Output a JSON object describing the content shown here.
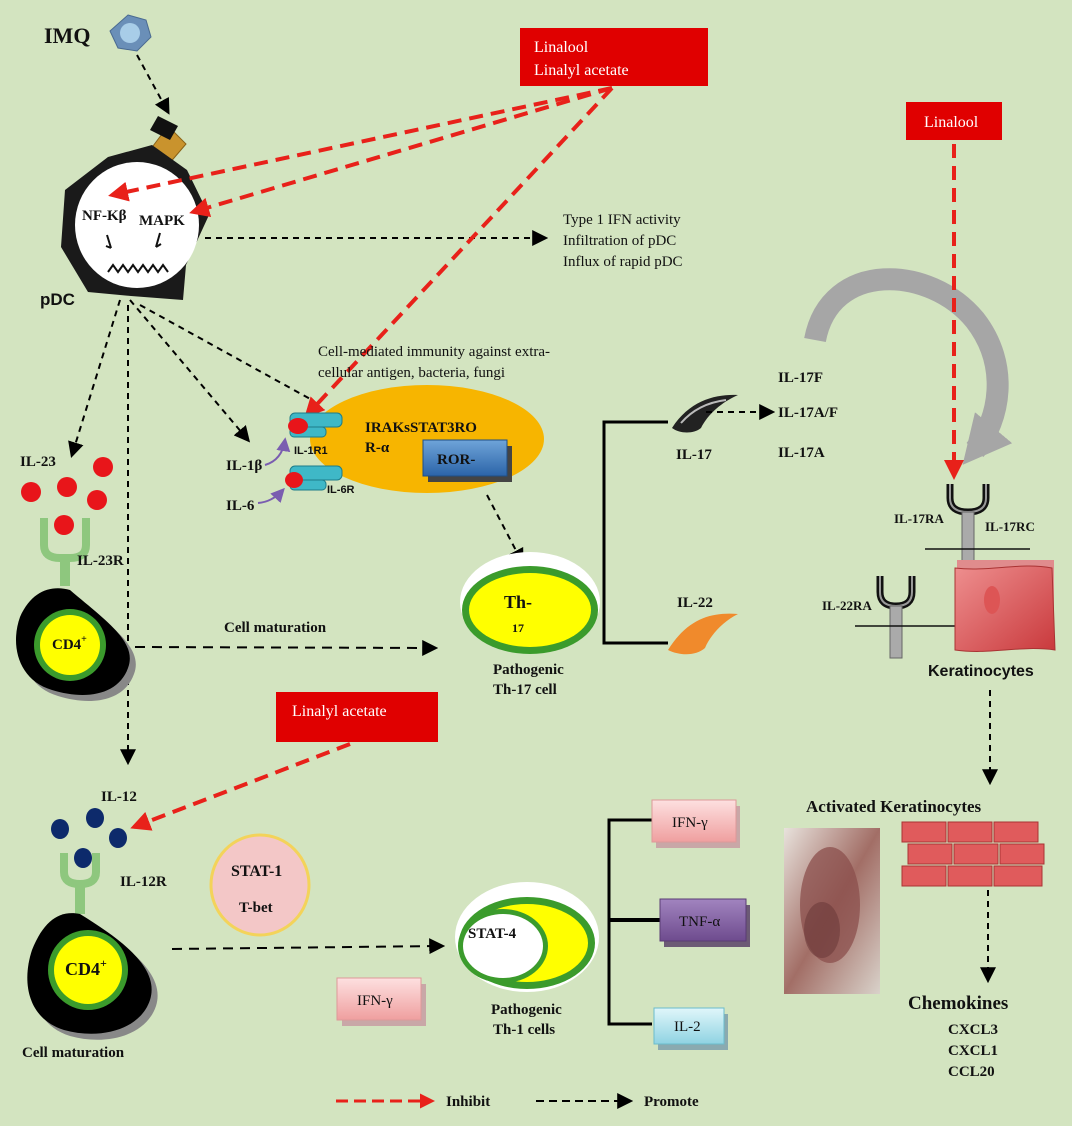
{
  "labels": {
    "imq": "IMQ",
    "nfkb": "NF-Kβ",
    "mapk": "MAPK",
    "pdc": "pDC",
    "linalool_top_1": "Linalool",
    "linalool_top_2": "Linalyl acetate",
    "linalool_right": "Linalool",
    "linalyl_acetate_mid": "Linalyl acetate",
    "type1_line1": "Type 1 IFN activity",
    "type1_line2": "Infiltration of pDC",
    "type1_line3": "Influx of rapid pDC",
    "cell_mediated_1": "Cell-mediated immunity against extra-",
    "cell_mediated_2": "cellular antigen, bacteria, fungi",
    "il23": "IL-23",
    "il23r": "IL-23R",
    "cd4_top": "CD4",
    "cd4_sup": "+",
    "cell_maturation_mid": "Cell maturation",
    "il1b": "IL-1β",
    "il6": "IL-6",
    "il1r1": "IL-1R1",
    "il6r": "IL-6R",
    "iraks_1": "IRAKsSTAT3RO",
    "iraks_2": "R-α",
    "ror": "ROR-",
    "th17_1": "Th-",
    "th17_2": "17",
    "pathogenic_th17_1": "Pathogenic",
    "pathogenic_th17_2": "Th-17 cell",
    "il17": "IL-17",
    "il17f": "IL-17F",
    "il17af": "IL-17A/F",
    "il17a": "IL-17A",
    "il22": "IL-22",
    "il17ra": "IL-17RA",
    "il17rc": "IL-17RC",
    "il22ra": "IL-22RA",
    "keratinocytes": "Keratinocytes",
    "activated_keratinocytes": "Activated Keratinocytes",
    "chemokines": "Chemokines",
    "cxcl3": "CXCL3",
    "cxcl1": "CXCL1",
    "ccl20": "CCL20",
    "il12": "IL-12",
    "il12r": "IL-12R",
    "stat1": "STAT-1",
    "tbet": "T-bet",
    "cd4_bottom": "CD4",
    "cell_maturation_bottom": "Cell maturation",
    "ifng_left": "IFN-γ",
    "stat4": "STAT-4",
    "pathogenic_th1_1": "Pathogenic",
    "pathogenic_th1_2": "Th-1 cells",
    "ifng_right": "IFN-γ",
    "tnfa": "TNF-α",
    "il2": "IL-2",
    "legend_inhibit": "Inhibit",
    "legend_promote": "Promote"
  },
  "colors": {
    "background": "#d3e4c0",
    "inhibit_red": "#e8211a",
    "box_red": "#e00000",
    "cytokine_red": "#e8151a",
    "il12_navy": "#0d2a6b",
    "orange_complex": "#f7b500",
    "th_cell_yellow": "#ffff00",
    "th_cell_ring": "#3b9b2c",
    "receptor_green": "#8ec77e",
    "ror_blue": "#3e7fc4",
    "keratinocyte_red": "#e06063",
    "ifn_pink": "#f4b3b3",
    "tnf_purple": "#8b63a8",
    "il2_cyan": "#a6dde8"
  }
}
